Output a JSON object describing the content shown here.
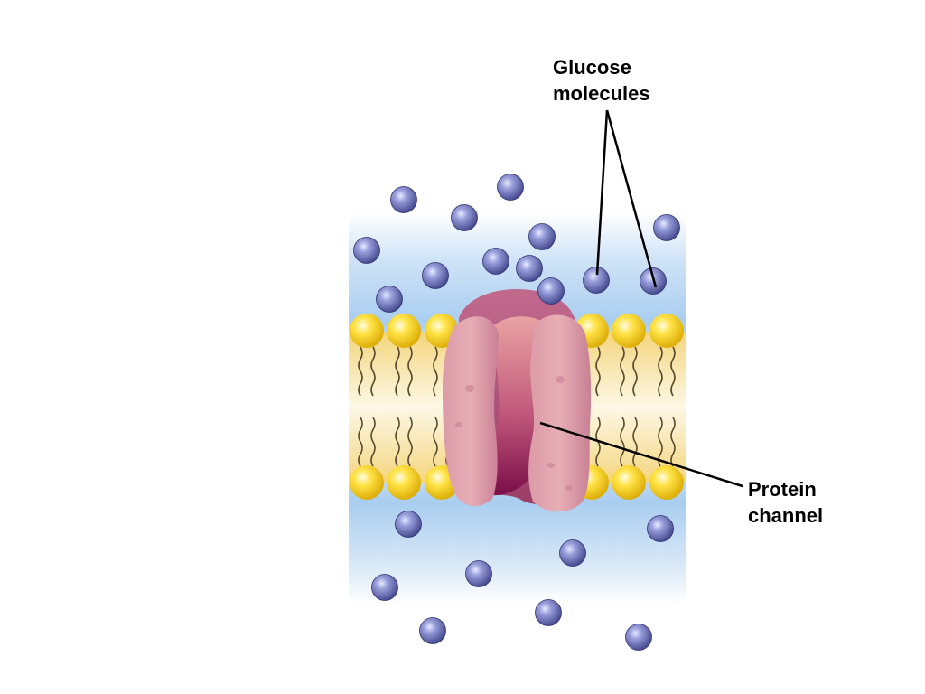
{
  "labels": {
    "glucose": {
      "line1": "Glucose",
      "line2": "molecules"
    },
    "protein_channel": {
      "line1": "Protein",
      "line2": "channel"
    }
  },
  "colors": {
    "background": "#ffffff",
    "extracellular_blue": "#a9cdf0",
    "membrane_core": "#f7e6a3",
    "lipid_head": "#f5cc1e",
    "lipid_tail": "#5a4a2e",
    "protein": "#b9587c",
    "protein_pore": "#8a1550",
    "glucose": "#5a62a8",
    "leader_line": "#000000"
  },
  "icons": [
    "glucose-molecule-icon",
    "phospholipid-head-icon",
    "protein-channel-icon"
  ]
}
